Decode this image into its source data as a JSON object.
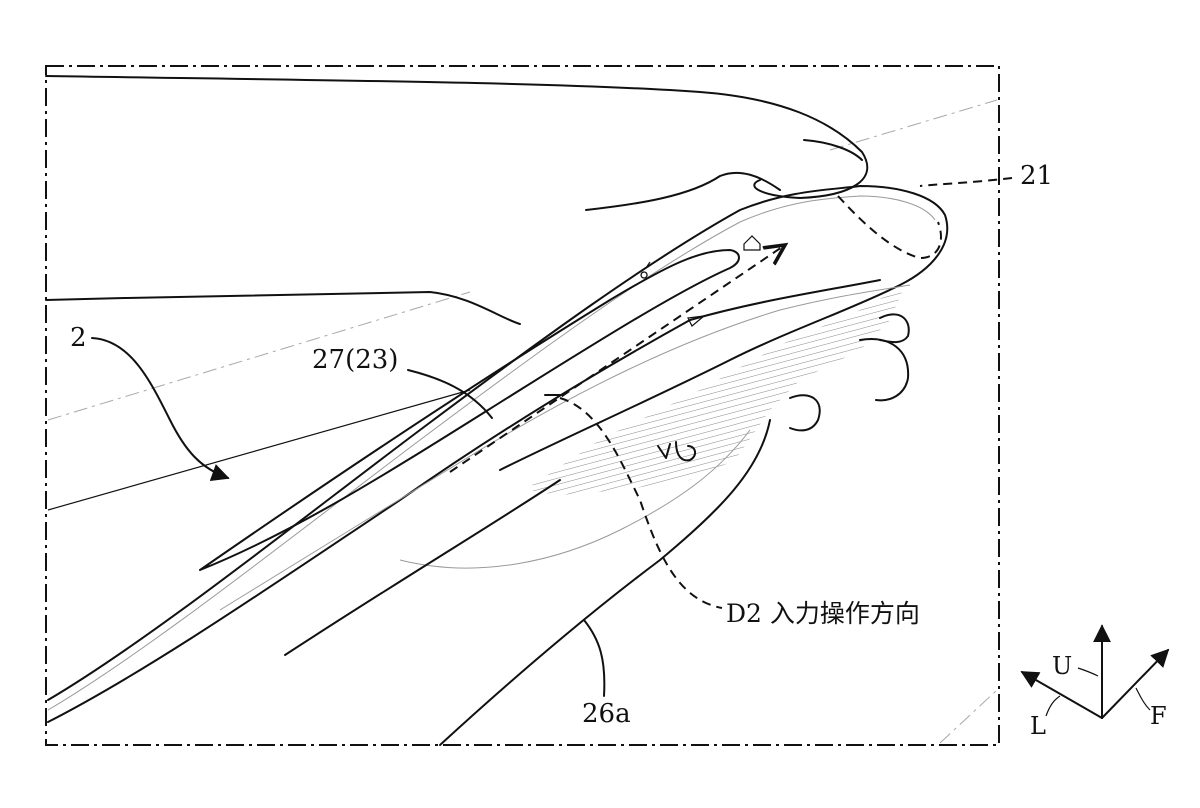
{
  "labels": {
    "ref_2": "2",
    "ref_21": "21",
    "ref_27_23": "27(23)",
    "ref_d2": "D2 入力操作方向",
    "ref_26a": "26a"
  },
  "axes": {
    "up": "U",
    "left": "L",
    "front": "F"
  }
}
